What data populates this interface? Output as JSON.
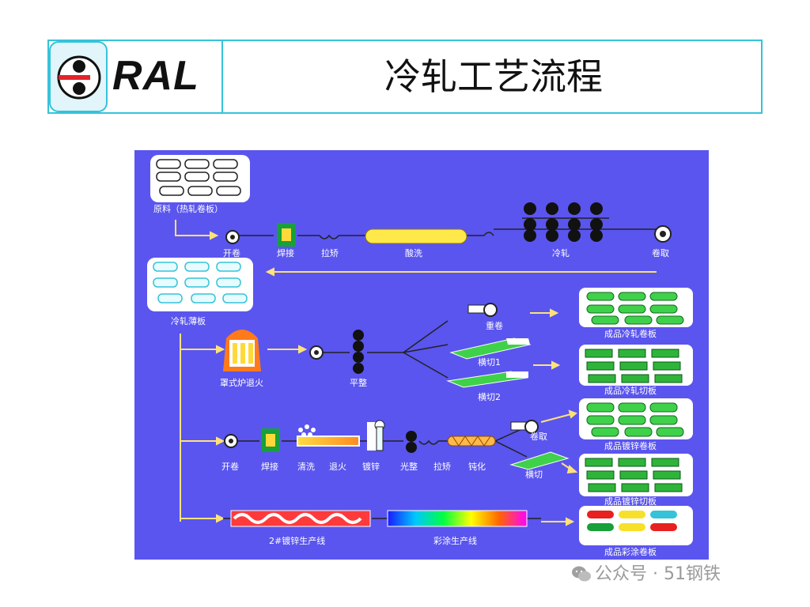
{
  "header": {
    "logo_text": "RAL",
    "title": "冷轧工艺流程"
  },
  "diagram": {
    "labels": {
      "raw_material": "原料（热轧卷板）",
      "uncoil_1": "开卷",
      "weld_1": "焊接",
      "straighten_1": "拉矫",
      "pickling": "酸洗",
      "cold_rolling": "冷轧",
      "coiling_1": "卷取",
      "cold_rolled_sheet": "冷轧薄板",
      "bell_annealing": "罩式炉退火",
      "temper_1": "平整",
      "recoil": "重卷",
      "cross_cut_1": "横切1",
      "cross_cut_2": "横切2",
      "product_cold_coil": "成品冷轧卷板",
      "product_cold_cut": "成品冷轧切板",
      "uncoil_2": "开卷",
      "weld_2": "焊接",
      "cleaning": "清洗",
      "annealing": "退火",
      "galvanizing": "镀锌",
      "temper_2": "光整",
      "straighten_2": "拉矫",
      "passivation": "钝化",
      "coiling_2": "卷取",
      "cross_cut_3": "横切",
      "product_galv_coil": "成品镀锌卷板",
      "product_galv_cut": "成品镀锌切板",
      "galv_line_2": "2#镀锌生产线",
      "color_coating_line": "彩涂生产线",
      "product_color_coil": "成品彩涂卷板"
    }
  },
  "watermark": {
    "text": "公众号 · 51钢铁"
  }
}
